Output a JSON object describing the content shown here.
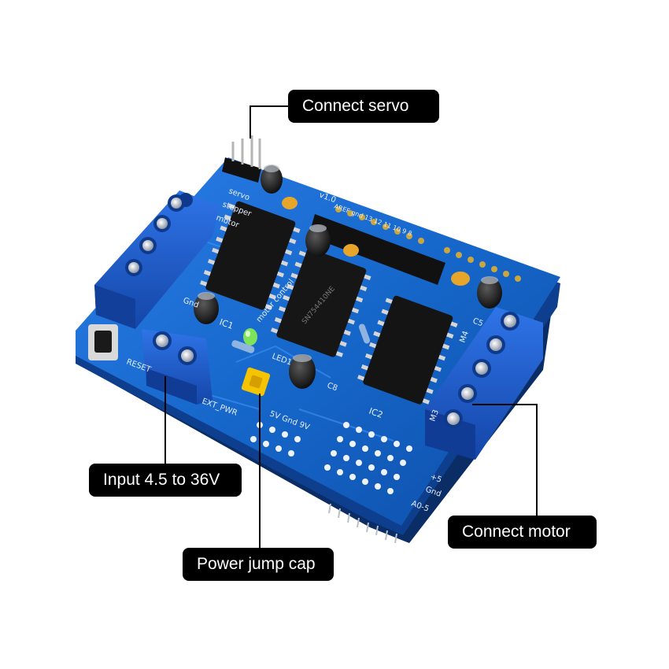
{
  "callouts": {
    "servo": "Connect servo",
    "input": "Input 4.5 to 36V",
    "motor": "Connect motor",
    "jump": "Power jump cap"
  },
  "silkscreen": {
    "version": "v1.0",
    "servo": "servo",
    "stepper": "stepper",
    "motor": "motor",
    "motor_control": "motor control",
    "ic1": "IC1",
    "ic2": "IC2",
    "led1": "LED1",
    "c8": "C8",
    "c5": "C5",
    "gnd_top": "Gnd",
    "reset": "RESET",
    "m3": "M3",
    "m4": "M4",
    "ext_pwr": "EXT_PWR",
    "pwr_label": "5V Gnd 9V",
    "plus5": "+5",
    "gnd": "Gnd",
    "a0_5": "A0-5",
    "aref": "AREF gnd 13 12 11 10 9 8",
    "chip_text": "SN754410NE"
  },
  "colors": {
    "pcb": "#1565c8",
    "pcb_dark": "#0c3f8f",
    "terminal": "#1a5bd6",
    "chip": "#151515",
    "jumper": "#f5c400",
    "led": "#7ee35a",
    "callout_bg": "#000000",
    "callout_text": "#ffffff"
  }
}
